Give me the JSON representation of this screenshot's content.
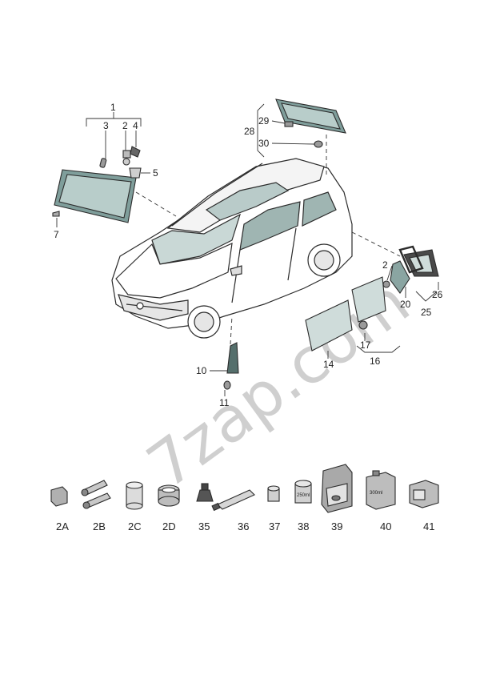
{
  "watermark": "7zap.com",
  "callouts": {
    "c1": "1",
    "c2": "2",
    "c3": "3",
    "c4": "4",
    "c5": "5",
    "c7": "7",
    "c10": "10",
    "c11": "11",
    "c14": "14",
    "c16": "16",
    "c17": "17",
    "c2r": "2",
    "c20": "20",
    "c25": "25",
    "c26": "26",
    "c28": "28",
    "c29": "29",
    "c30": "30"
  },
  "accessories": {
    "a2A": "2A",
    "a2B": "2B",
    "a2C": "2C",
    "a2D": "2D",
    "a35": "35",
    "a36": "36",
    "a37": "37",
    "a38": "38",
    "a39": "39",
    "a40": "40",
    "a41": "41"
  },
  "container_labels": {
    "can38": "250ml",
    "box40": "300ml"
  },
  "colors": {
    "glass": "#6f8f8c",
    "glass_light": "#c9d8d6",
    "outline": "#2b2b2b",
    "part_gray": "#9a9a9a"
  }
}
